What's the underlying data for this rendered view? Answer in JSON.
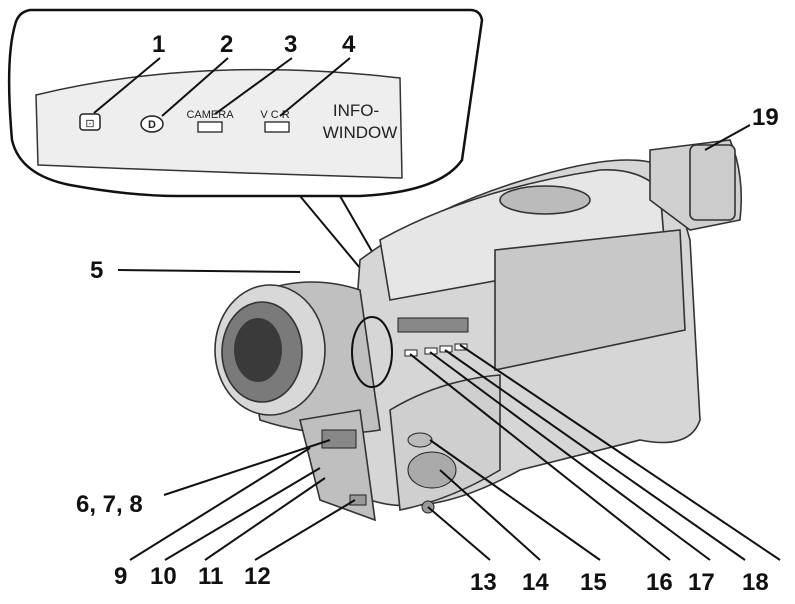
{
  "callout": {
    "buttons": [
      {
        "glyph": "⊡"
      },
      {
        "glyph": "D"
      },
      {
        "label": "CAMERA"
      },
      {
        "label": "V  C  R"
      }
    ],
    "info_window_line1": "INFO-",
    "info_window_line2": "WINDOW"
  },
  "labels": {
    "l1": "1",
    "l2": "2",
    "l3": "3",
    "l4": "4",
    "l5": "5",
    "l678": "6, 7, 8",
    "l9": "9",
    "l10": "10",
    "l11": "11",
    "l12": "12",
    "l13": "13",
    "l14": "14",
    "l15": "15",
    "l16": "16",
    "l17": "17",
    "l18": "18",
    "l19": "19"
  }
}
